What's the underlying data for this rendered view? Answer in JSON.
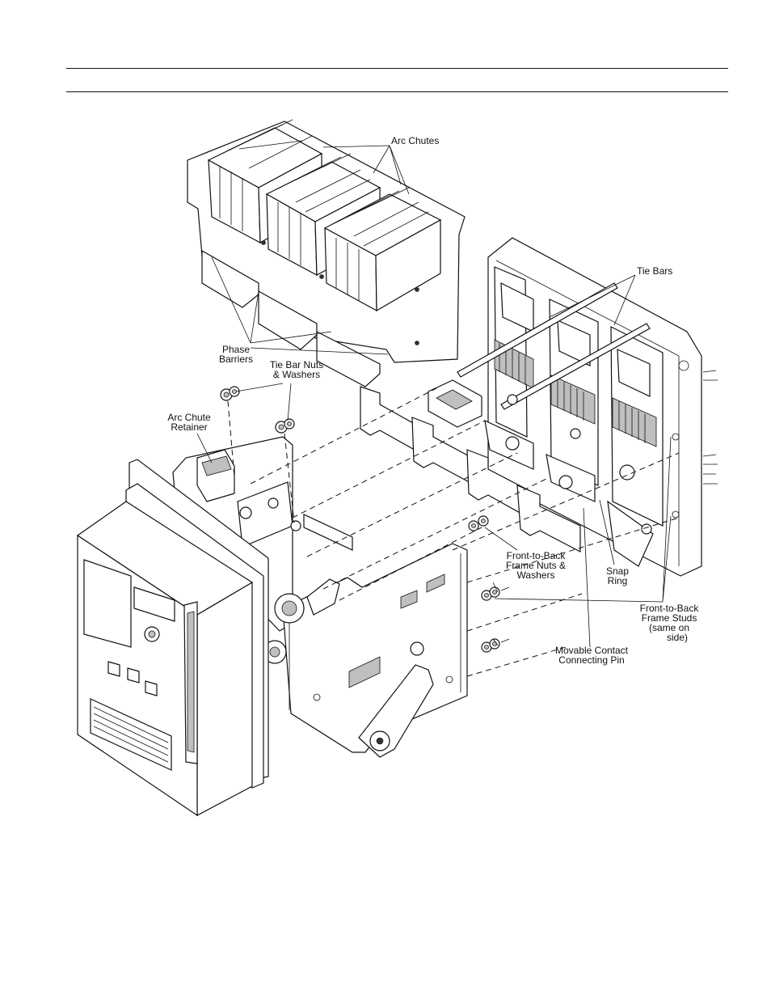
{
  "labels": {
    "arc_chutes": "Arc Chutes",
    "tie_bars": "Tie Bars",
    "phase_barriers_1": "Phase",
    "phase_barriers_2": "Barriers",
    "tie_bar_nuts_1": "Tie Bar Nuts",
    "tie_bar_nuts_2": "& Washers",
    "arc_chute_retainer_1": "Arc Chute",
    "arc_chute_retainer_2": "Retainer",
    "ftb_nuts_1": "Front-to-Back",
    "ftb_nuts_2": "Frame Nuts &",
    "ftb_nuts_3": "Washers",
    "snap_ring_1": "Snap",
    "snap_ring_2": "Ring",
    "ftb_studs_1": "Front-to-Back",
    "ftb_studs_2": "Frame Studs",
    "ftb_studs_3": "(same on",
    "ftb_studs_4": "side)",
    "movable_pin_1": "Movable Contact",
    "movable_pin_2": "Connecting Pin"
  }
}
